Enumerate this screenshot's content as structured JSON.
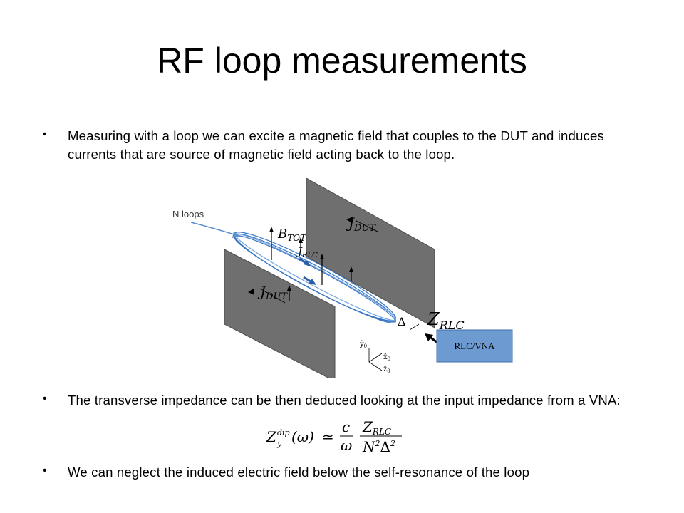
{
  "slide": {
    "title": "RF loop measurements"
  },
  "bullets": [
    {
      "text": "Measuring with a loop we can excite a magnetic field that couples to the DUT and induces currents that are source of magnetic field acting back to the loop."
    },
    {
      "text": "The transverse impedance can be then deduced looking at the input impedance from a VNA:"
    },
    {
      "text": "We can neglect the induced electric field below the self-resonance of the loop"
    }
  ],
  "figure": {
    "n_loops_label": "N loops",
    "j_dut_top": "J",
    "j_dut_top_sub": "DUT",
    "j_dut_bottom": "J",
    "j_dut_bottom_sub": "DUT",
    "b_tot": "B",
    "b_tot_sub": "TOT",
    "j_rlc": "J",
    "j_rlc_sub": "RLC",
    "delta": "Δ",
    "z_rlc": "Z",
    "z_rlc_sub": "RLC",
    "rlc_vna_label": "RLC/VNA",
    "axis_y": "ŷ",
    "axis_y_sub": "0",
    "axis_x": "x̂",
    "axis_x_sub": "0",
    "axis_z": "ẑ",
    "axis_z_sub": "0",
    "colors": {
      "plate": "#6f6f6f",
      "loop": "#3b78c4",
      "box": "#6d9bd1",
      "box_border": "#3f6fa8",
      "arrow": "#5a8fd0"
    }
  },
  "equation": {
    "lhs": "Z",
    "lhs_sup": "dip",
    "lhs_sub": "y",
    "lhs_arg": "(ω)",
    "approx": "≃",
    "num1": "c",
    "den1": "ω",
    "num2_main": "Z",
    "num2_sub": "RLC",
    "den2_main": "N",
    "den2_sup1": "2",
    "den2_delta": "Δ",
    "den2_sup2": "2"
  }
}
